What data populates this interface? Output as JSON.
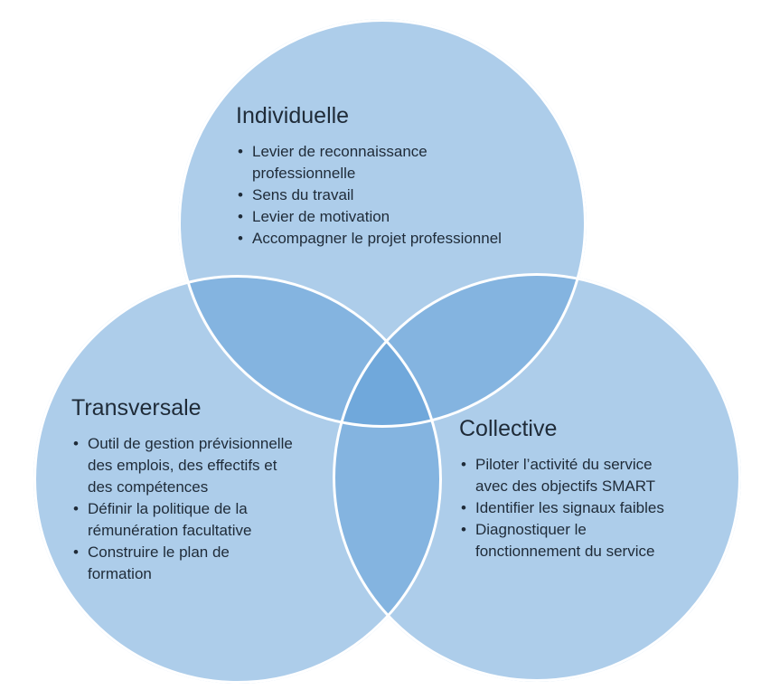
{
  "diagram": {
    "type": "venn",
    "colors": {
      "circle_fill": "#5B9BD5",
      "circle_fill_opacity": 0.5,
      "circle_border": "#FFFFFF",
      "text": "#1F2B38",
      "background": "#FFFFFF"
    },
    "circles": [
      {
        "id": "individuelle",
        "title": "Individuelle",
        "items": [
          "Levier de reconnaissance\nprofessionnelle",
          "Sens du travail",
          "Levier de motivation",
          "Accompagner le projet professionnel"
        ]
      },
      {
        "id": "transversale",
        "title": "Transversale",
        "items": [
          "Outil de gestion prévisionnelle\ndes emplois, des effectifs et\ndes compétences",
          "Définir la politique de la\nrémunération facultative",
          "Construire le plan de\nformation"
        ]
      },
      {
        "id": "collective",
        "title": "Collective",
        "items": [
          "Piloter l’activité du service\navec des objectifs SMART",
          "Identifier les signaux faibles",
          "Diagnostiquer le\nfonctionnement du service"
        ]
      }
    ]
  }
}
